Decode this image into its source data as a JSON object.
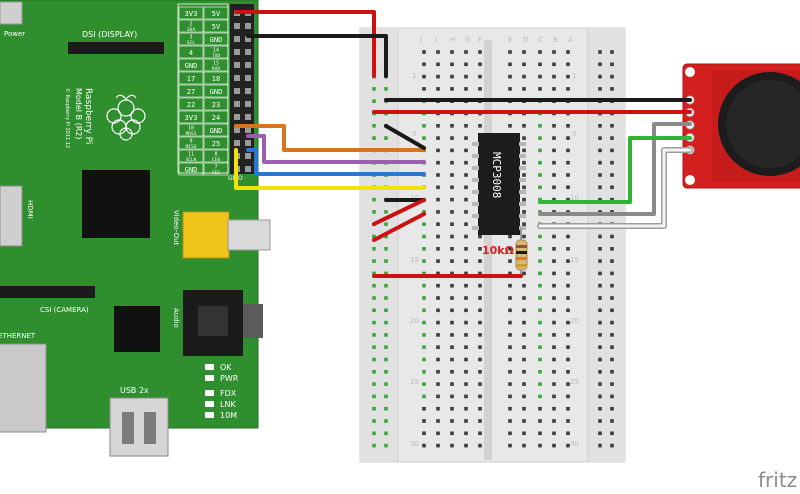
{
  "board": {
    "title": "Raspberry Pi",
    "model": "Model B (R2)",
    "copyright": "© Raspberry Pi 2011.12",
    "power_label": "Power",
    "dsi_label": "DSI (DISPLAY)",
    "csi_label": "CSI (CAMERA)",
    "hdmi_label": "HDMI",
    "video_label": "Video-Out",
    "audio_label": "Audio",
    "usb_label": "USB 2x",
    "ethernet_label": "ETHERNET",
    "gpio_label": "GPIO",
    "leds": [
      "OK",
      "PWR",
      "FDX",
      "LNK",
      "10M"
    ],
    "header_pins": [
      [
        "3V3",
        "5V"
      ],
      [
        "2 SDA",
        "5V"
      ],
      [
        "3 SCL",
        "GND"
      ],
      [
        "4",
        "14 TXD"
      ],
      [
        "GND",
        "15 RXD"
      ],
      [
        "17",
        "18"
      ],
      [
        "27",
        "GND"
      ],
      [
        "22",
        "23"
      ],
      [
        "3V3",
        "24"
      ],
      [
        "10 MOSI",
        "GND"
      ],
      [
        "9 MISO",
        "25"
      ],
      [
        "11 SCLK",
        "8 CE0"
      ],
      [
        "GND",
        "7 CE1"
      ]
    ]
  },
  "chip": {
    "label": "MCP3008"
  },
  "resistor": {
    "label": "10kΩ"
  },
  "breadboard": {
    "column_letters_left": [
      "J",
      "I",
      "H",
      "G",
      "F"
    ],
    "column_letters_right": [
      "E",
      "D",
      "C",
      "B",
      "A"
    ],
    "row_numbers": [
      "1",
      "5",
      "10",
      "15",
      "20",
      "25",
      "30"
    ]
  },
  "logo": {
    "text": "fritz"
  },
  "colors": {
    "pcb": "#2f8f2f",
    "breadboard": "#e8e8e8",
    "joystick_board": "#d41f1f",
    "chip": "#1c1c1c",
    "wire_red": "#cc1111",
    "wire_black": "#1a1a1a",
    "wire_orange": "#d8741c",
    "wire_purple": "#9a5fb0",
    "wire_blue": "#2b76cf",
    "wire_yellow": "#f2e20c",
    "wire_green": "#2fb534",
    "wire_gray": "#8a8a8a",
    "wire_white": "#f4f4f4"
  },
  "icons": [
    "raspberry-logo-icon",
    "joystick-knob-icon",
    "usb-port-icon"
  ]
}
